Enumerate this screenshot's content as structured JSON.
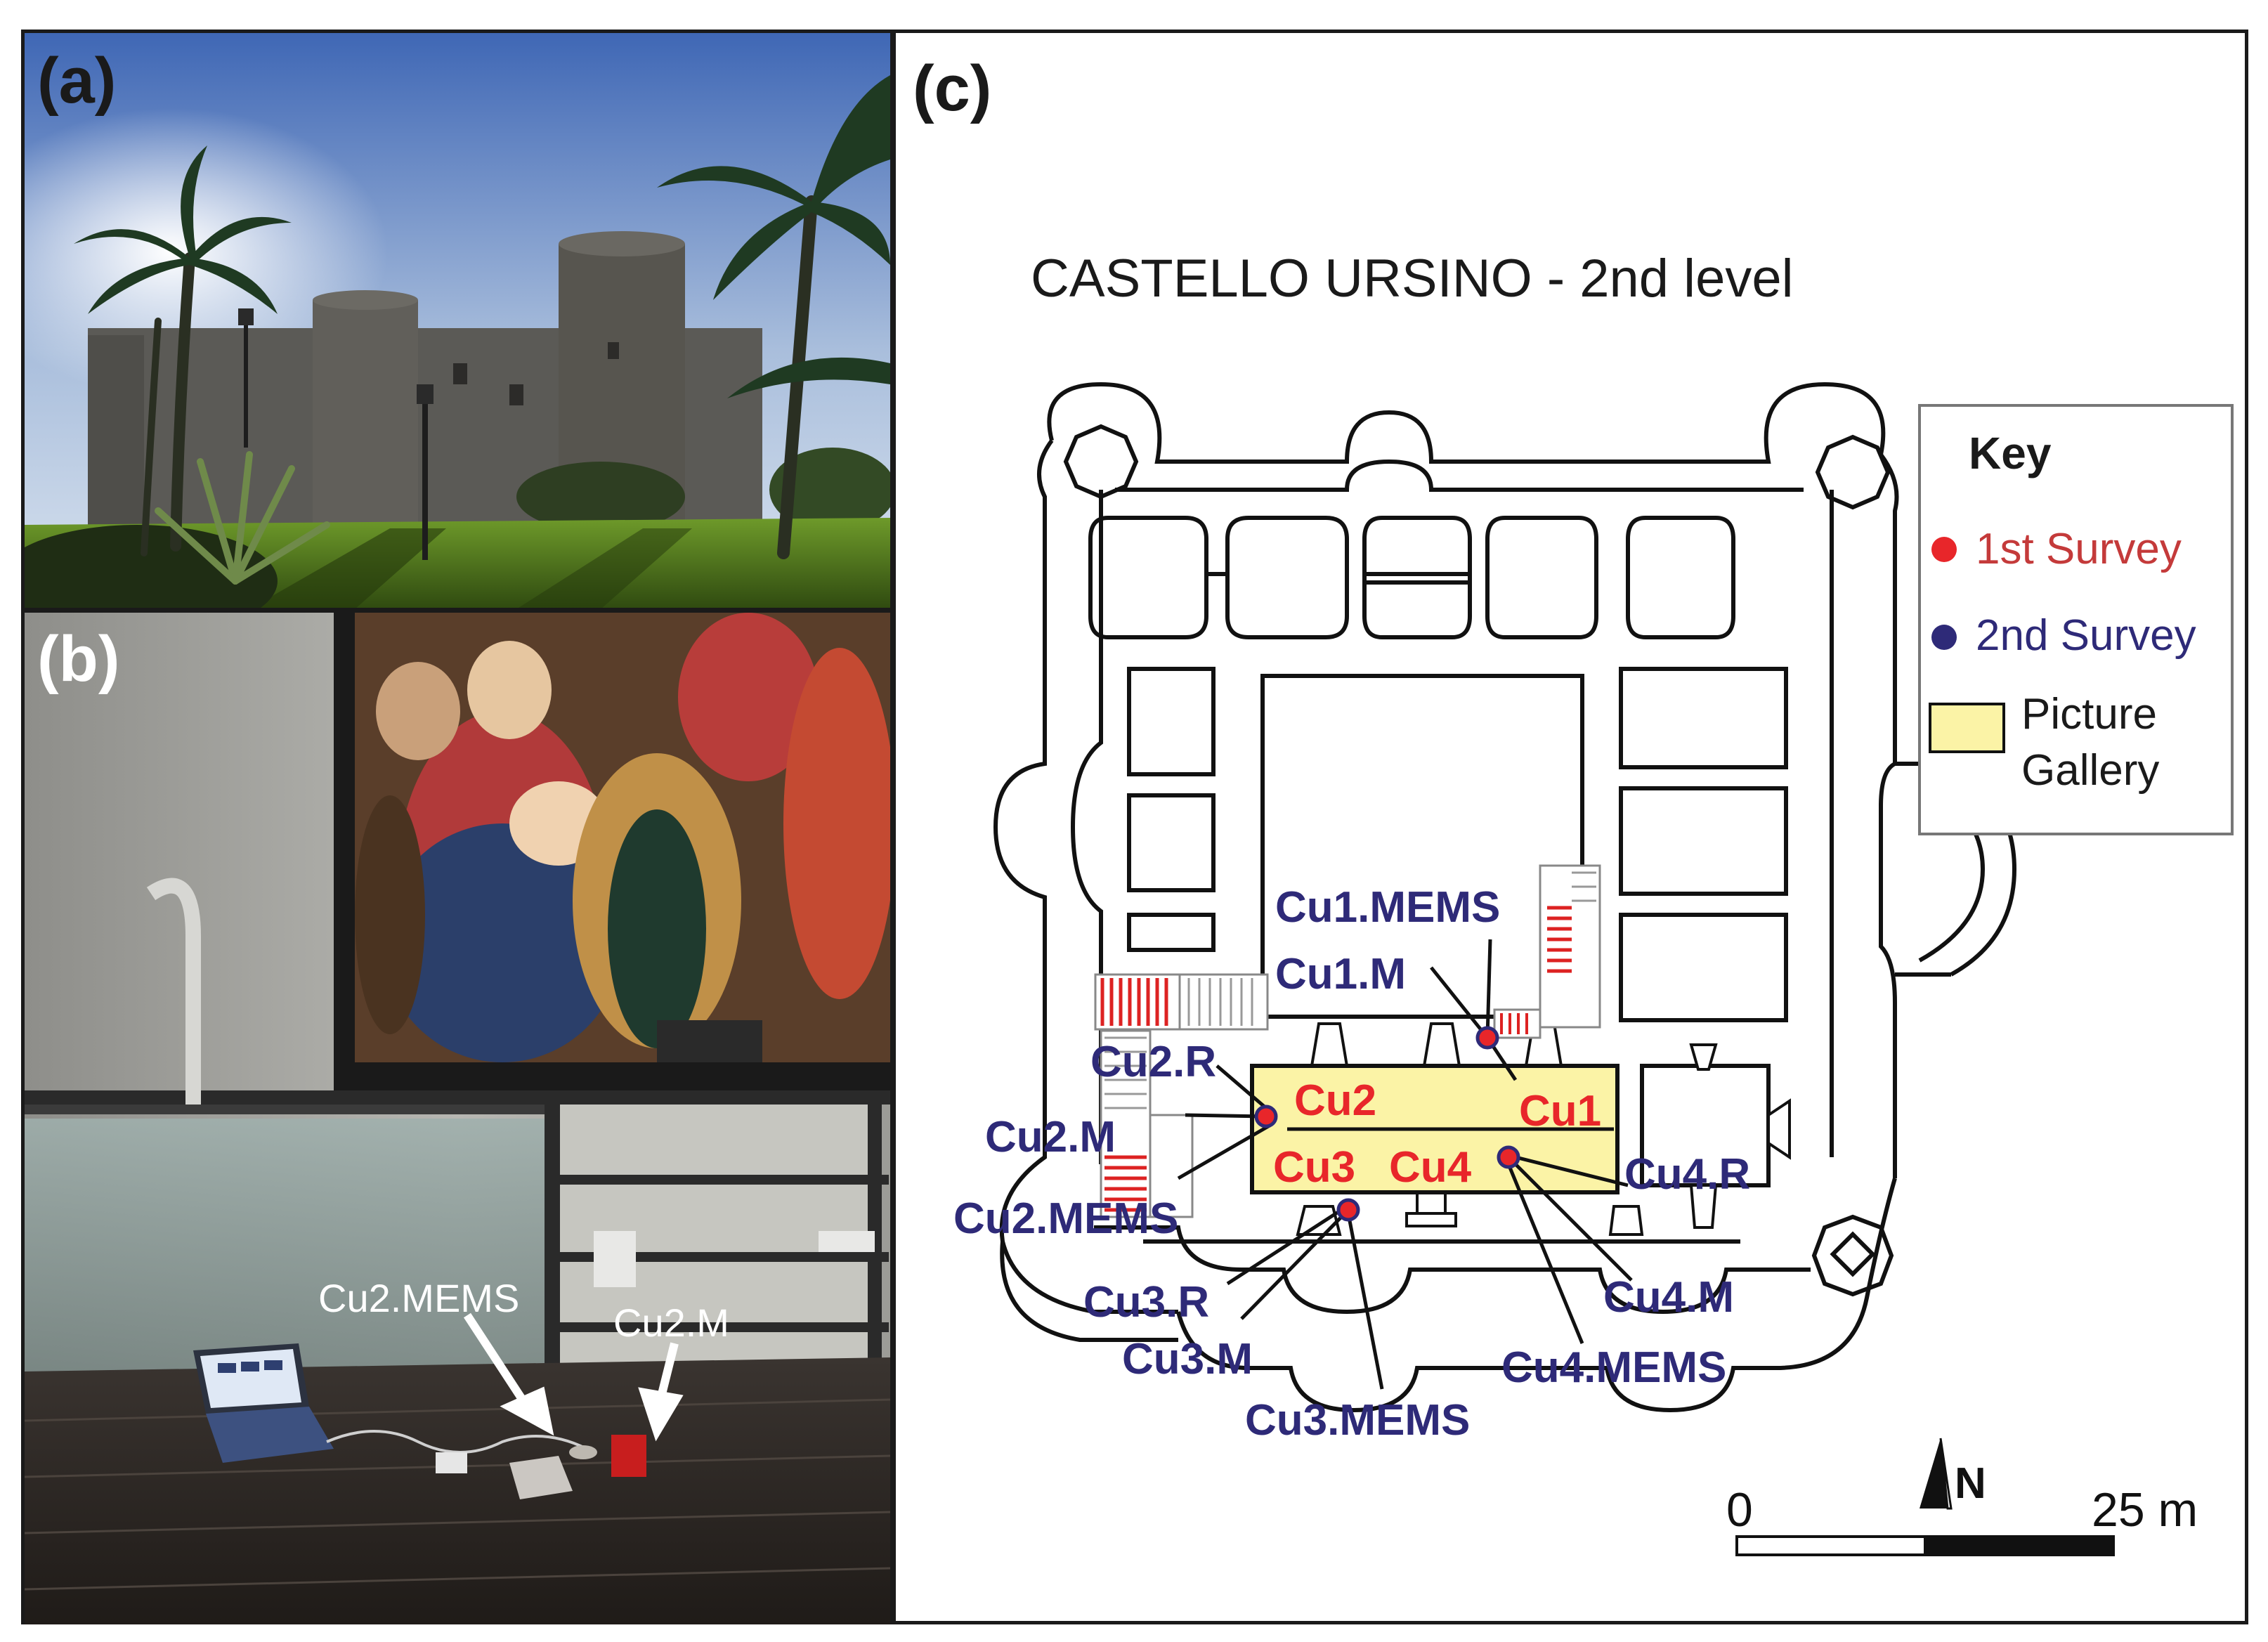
{
  "panels": {
    "a": {
      "letter": "(a)"
    },
    "b": {
      "letter": "(b)",
      "annotations": {
        "mems": "Cu2.MEMS",
        "m": "Cu2.M"
      }
    },
    "c": {
      "letter": "(c)",
      "title": "CASTELLO URSINO - 2nd level",
      "key": {
        "title": "Key",
        "first_survey": "1st Survey",
        "second_survey": "2nd Survey",
        "gallery_line1": "Picture",
        "gallery_line2": "Gallery"
      },
      "colors": {
        "first_survey": "#e8262a",
        "second_survey": "#2e2a78",
        "gallery": "#fbf3a6",
        "label_red": "#e8262a",
        "label_blue": "#2e2a78"
      },
      "gallery_labels": {
        "cu1": "Cu1",
        "cu2": "Cu2",
        "cu3": "Cu3",
        "cu4": "Cu4"
      },
      "station_labels": {
        "cu1_mems": "Cu1.MEMS",
        "cu1_m": "Cu1.M",
        "cu2_r": "Cu2.R",
        "cu2_m": "Cu2.M",
        "cu2_mems": "Cu2.MEMS",
        "cu3_r": "Cu3.R",
        "cu3_m": "Cu3.M",
        "cu3_mems": "Cu3.MEMS",
        "cu4_r": "Cu4.R",
        "cu4_m": "Cu4.M",
        "cu4_mems": "Cu4.MEMS"
      },
      "north": "N",
      "scale": {
        "start": "0",
        "end": "25 m"
      },
      "icons": [
        "north-arrow-icon",
        "red-dot-icon",
        "blue-dot-icon"
      ]
    }
  }
}
